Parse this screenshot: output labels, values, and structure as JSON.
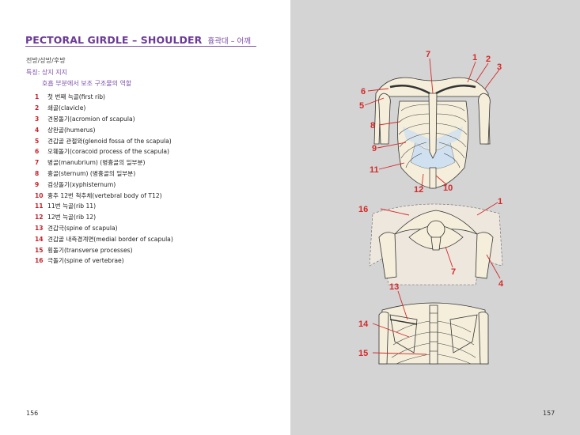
{
  "title": {
    "english": "PECTORAL GIRDLE – SHOULDER",
    "korean": "흉곽대 – 어깨"
  },
  "view_label": "전방/상방/후방",
  "feature": {
    "label": "특징: 상지 지지",
    "description": "호흡 부분에서 보조 구조물의 역할"
  },
  "legend": [
    {
      "num": "1",
      "text": "첫 번째 늑골(first rib)"
    },
    {
      "num": "2",
      "text": "쇄골(clavicle)"
    },
    {
      "num": "3",
      "text": "견봉돌기(acromion of scapula)"
    },
    {
      "num": "4",
      "text": "상완골(humerus)"
    },
    {
      "num": "5",
      "text": "견갑골 관절와(glenoid fossa of the scapula)"
    },
    {
      "num": "6",
      "text": "오훼돌기(coracoid process of the scapula)"
    },
    {
      "num": "7",
      "text": "병골(manubrium) (병흉골의 일부분)"
    },
    {
      "num": "8",
      "text": "흉골(sternum) (병흉골의 일부분)"
    },
    {
      "num": "9",
      "text": "검상돌기(xyphisternum)"
    },
    {
      "num": "10",
      "text": "흉추 12번 척추체(vertebral body of T12)"
    },
    {
      "num": "11",
      "text": "11번 늑골(rib 11)"
    },
    {
      "num": "12",
      "text": "12번 늑골(rib 12)"
    },
    {
      "num": "13",
      "text": "견갑극(spine of scapula)"
    },
    {
      "num": "14",
      "text": "견갑골 내측경계면(medial border of scapula)"
    },
    {
      "num": "15",
      "text": "횡돌기(transverse processes)"
    },
    {
      "num": "16",
      "text": "극돌기(spine of vertebrae)"
    }
  ],
  "figure_labels": {
    "top": [
      "7",
      "1",
      "2",
      "3",
      "6",
      "5",
      "8",
      "9",
      "11",
      "12",
      "10"
    ],
    "middle": [
      "16",
      "1",
      "7",
      "4"
    ],
    "bottom": [
      "13",
      "14",
      "15"
    ]
  },
  "page_numbers": {
    "left": "156",
    "right": "157"
  },
  "colors": {
    "accent": "#7e4fa8",
    "number_red": "#c8202a",
    "bone": "#f4eedb",
    "cartilage": "#cfe0f0",
    "right_page_bg": "#d4d4d4"
  }
}
